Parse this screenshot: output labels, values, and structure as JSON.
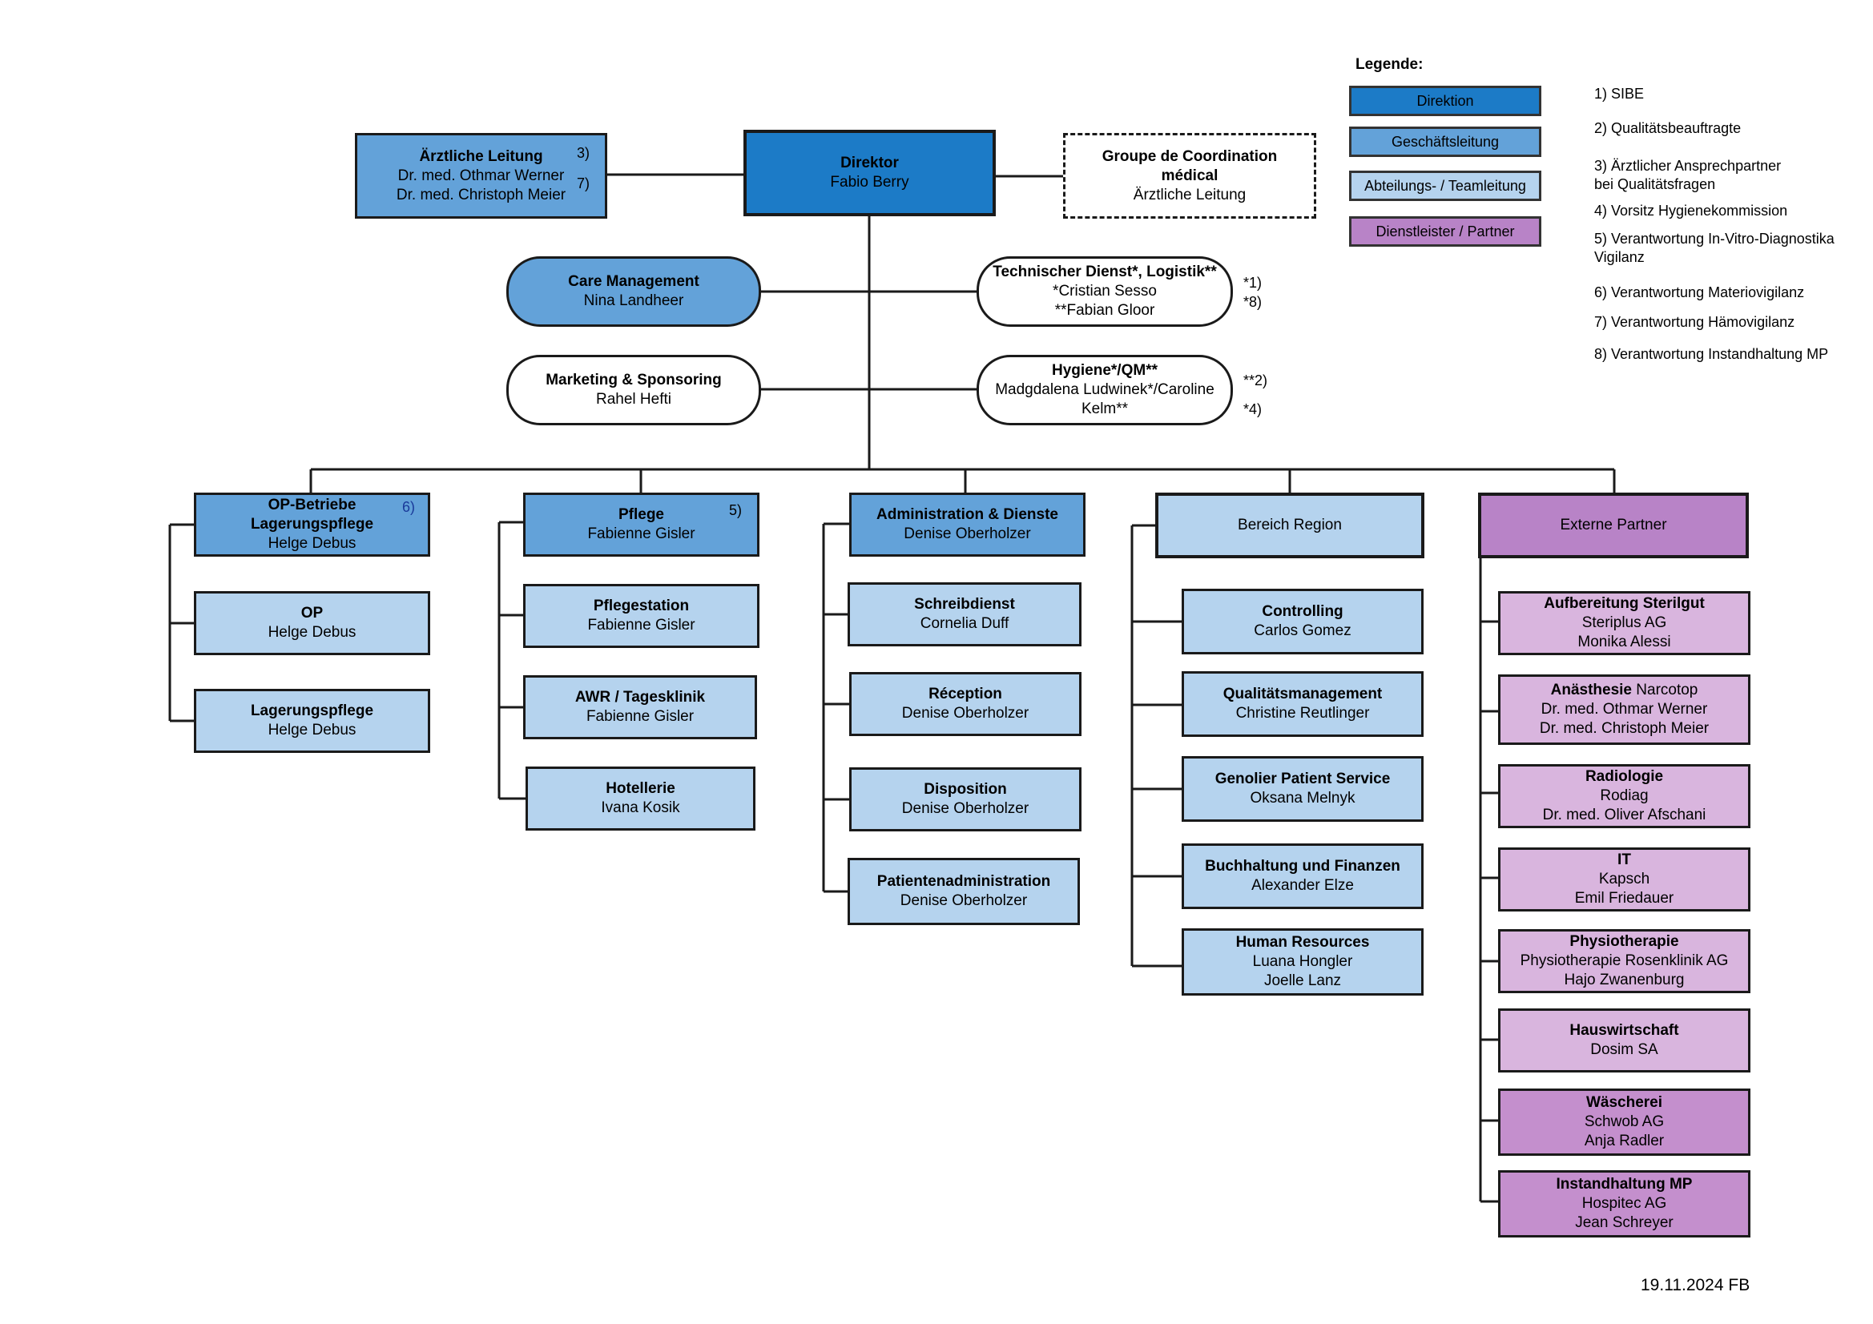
{
  "legend": {
    "title": "Legende:",
    "items": [
      {
        "label": "Direktion",
        "color": "#1c7bc7"
      },
      {
        "label": "Geschäftsleitung",
        "color": "#63a2d9"
      },
      {
        "label": "Abteilungs- / Teamleitung",
        "color": "#b5d3ee"
      },
      {
        "label": "Dienstleister / Partner",
        "color": "#b883c7"
      }
    ],
    "notes": [
      "1) SIBE",
      "2) Qualitätsbeauftragte",
      "3) Ärztlicher Ansprechpartner\nbei Qualitätsfragen",
      "4) Vorsitz Hygienekommission",
      "5) Verantwortung In-Vitro-Diagnostika\nVigilanz",
      "6) Verantwortung Materiovigilanz",
      "7) Verantwortung Hämovigilanz",
      "8) Verantwortung Instandhaltung MP"
    ]
  },
  "director": {
    "title": "Direktor",
    "name": "Fabio Berry"
  },
  "medical_lead": {
    "title": "Ärztliche Leitung",
    "line1": "Dr. med. Othmar Werner",
    "line2": "Dr. med. Christoph Meier",
    "note3": "3)",
    "note7": "7)"
  },
  "groupe": {
    "title1": "Groupe de Coordination",
    "title2": "médical",
    "sub": "Ärztliche Leitung"
  },
  "care": {
    "title": "Care Management",
    "name": "Nina Landheer"
  },
  "marketing": {
    "title": "Marketing & Sponsoring",
    "name": "Rahel Hefti"
  },
  "technik": {
    "title": "Technischer Dienst*, Logistik**",
    "line1": "*Cristian Sesso",
    "line2": "**Fabian Gloor",
    "note1": "*1)",
    "note2": "*8)"
  },
  "hygiene": {
    "title": "Hygiene*/QM**",
    "line1": "Madgdalena Ludwinek*/Caroline",
    "line2": "Kelm**",
    "note1": "**2)",
    "note2": "*4)"
  },
  "col1": {
    "head": {
      "title1": "OP-Betriebe",
      "title2": "Lagerungspflege",
      "name": "Helge Debus",
      "note": "6)"
    },
    "items": [
      {
        "title": "OP",
        "line1": "Helge Debus"
      },
      {
        "title": "Lagerungspflege",
        "line1": "Helge Debus"
      }
    ]
  },
  "col2": {
    "head": {
      "title": "Pflege",
      "name": "Fabienne Gisler",
      "note": "5)"
    },
    "items": [
      {
        "title": "Pflegestation",
        "line1": "Fabienne Gisler"
      },
      {
        "title": "AWR / Tagesklinik",
        "line1": "Fabienne Gisler"
      },
      {
        "title": "Hotellerie",
        "line1": "Ivana Kosik"
      }
    ]
  },
  "col3": {
    "head": {
      "title": "Administration & Dienste",
      "name": "Denise Oberholzer"
    },
    "items": [
      {
        "title": "Schreibdienst",
        "line1": "Cornelia Duff"
      },
      {
        "title": "Réception",
        "line1": "Denise Oberholzer"
      },
      {
        "title": "Disposition",
        "line1": "Denise Oberholzer"
      },
      {
        "title": "Patientenadministration",
        "line1": "Denise Oberholzer"
      }
    ]
  },
  "col4": {
    "head": {
      "title": "Bereich Region"
    },
    "items": [
      {
        "title": "Controlling",
        "line1": "Carlos Gomez"
      },
      {
        "title": "Qualitätsmanagement",
        "line1": "Christine Reutlinger"
      },
      {
        "title": "Genolier Patient Service",
        "line1": "Oksana Melnyk"
      },
      {
        "title": "Buchhaltung und Finanzen",
        "line1": "Alexander Elze"
      },
      {
        "title": "Human Resources",
        "line1": "Luana Hongler",
        "line2": "Joelle Lanz"
      }
    ]
  },
  "col5": {
    "head": {
      "title": "Externe Partner"
    },
    "items": [
      {
        "title": "Aufbereitung Sterilgut",
        "line1": "Steriplus AG",
        "line2": "Monika Alessi"
      },
      {
        "title": "Anästhesie",
        "title_suffix": " Narcotop",
        "line1": "Dr. med. Othmar Werner",
        "line2": "Dr. med. Christoph Meier"
      },
      {
        "title": "Radiologie",
        "line1": "Rodiag",
        "line2": "Dr. med. Oliver Afschani"
      },
      {
        "title": "IT",
        "line1": "Kapsch",
        "line2": "Emil Friedauer"
      },
      {
        "title": "Physiotherapie",
        "line1": "Physiotherapie Rosenklinik AG",
        "line2": "Hajo Zwanenburg"
      },
      {
        "title": "Hauswirtschaft",
        "line1": "Dosim SA"
      },
      {
        "title": "Wäscherei",
        "line1": "Schwob AG",
        "line2": "Anja Radler"
      },
      {
        "title": "Instandhaltung MP",
        "line1": "Hospitec AG",
        "line2": "Jean Schreyer"
      }
    ]
  },
  "date": "19.11.2024 FB"
}
